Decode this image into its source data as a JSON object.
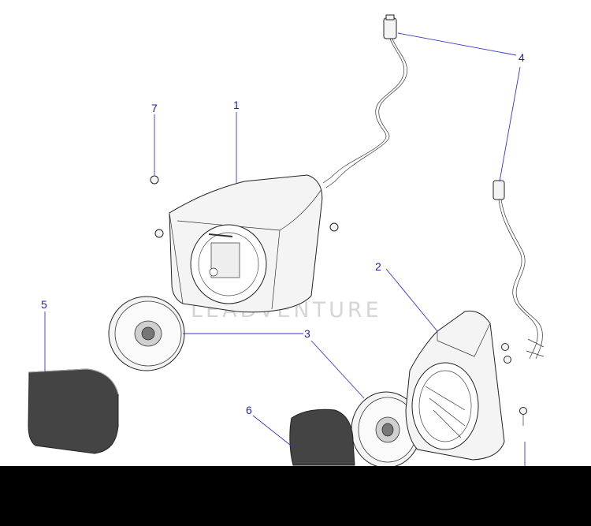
{
  "diagram": {
    "callouts": [
      {
        "id": "1",
        "label": "1"
      },
      {
        "id": "2",
        "label": "2"
      },
      {
        "id": "3",
        "label": "3"
      },
      {
        "id": "4",
        "label": "4"
      },
      {
        "id": "5",
        "label": "5"
      },
      {
        "id": "6",
        "label": "6"
      },
      {
        "id": "7",
        "label": "7"
      }
    ],
    "watermark": "LEADVENTURE"
  },
  "colors": {
    "callout_text": "#1f1fb0",
    "leader_line": "#3535c8",
    "line_art": "#222222",
    "background": "#ffffff",
    "bottom_bar": "#000000"
  }
}
